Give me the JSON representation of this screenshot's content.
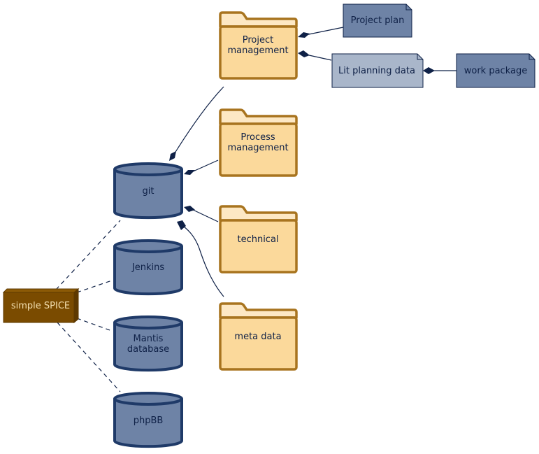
{
  "nodes": {
    "system": {
      "label": "simple SPICE"
    },
    "git": {
      "label": "git"
    },
    "jenkins": {
      "label": "Jenkins"
    },
    "mantis": {
      "label_line1": "Mantis",
      "label_line2": "database"
    },
    "phpbb": {
      "label": "phpBB"
    },
    "folder_project": {
      "label_line1": "Project",
      "label_line2": "management"
    },
    "folder_process": {
      "label_line1": "Process",
      "label_line2": "management"
    },
    "folder_technical": {
      "label": "technical"
    },
    "folder_meta": {
      "label": "meta data"
    },
    "project_plan": {
      "label": "Project plan"
    },
    "lit_planning": {
      "label": "Lit planning data"
    },
    "work_package": {
      "label": "work package"
    }
  },
  "colors": {
    "database_fill": "#6e83a6",
    "database_stroke": "#1f3a68",
    "folder_fill": "#fbd99b",
    "folder_tab_fill": "#fde8c4",
    "folder_stroke": "#a8741f",
    "system_fill": "#7a4b00",
    "system_side": "#5e3900",
    "artifact_dark_fill": "#6e83a6",
    "artifact_light_fill": "#a9b6ca",
    "artifact_stroke": "#0f2147",
    "line": "#0f2147"
  }
}
